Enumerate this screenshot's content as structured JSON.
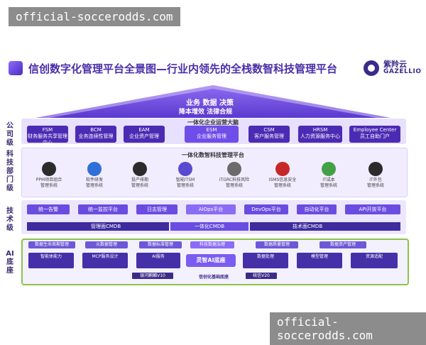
{
  "watermark": "official-soccerodds.com",
  "title": "信创数字化管理平台全景图—行业内领先的全栈数智科技管理平台",
  "brand": {
    "cn": "紫羚云",
    "en": "GAZELLIO"
  },
  "roof": {
    "line1": "业务 数据 决策",
    "line2": "降本增效   法律合规"
  },
  "side": {
    "company": "公司级",
    "dept": "科技部门级",
    "tech": "技术级",
    "ai": "AI底座"
  },
  "company": {
    "title": "一体化企业运营大脑",
    "systems": [
      {
        "code": "FSM",
        "name": "财务服务共享管理中心"
      },
      {
        "code": "BCM",
        "name": "业务连续性管理"
      },
      {
        "code": "EAM",
        "name": "企业资产管理"
      },
      {
        "code": "ESM",
        "name": "企业服务管理"
      },
      {
        "code": "CSM",
        "name": "客户服务管理"
      },
      {
        "code": "HRSM",
        "name": "人力资源服务中心"
      },
      {
        "code": "Employee Center",
        "name": "员工自助门户"
      }
    ]
  },
  "dept": {
    "title": "一体化数智科技管理平台",
    "modules": [
      {
        "name": "PPM项目组合",
        "sub": "管理系统",
        "color": "#2b2b2b"
      },
      {
        "name": "软件研发",
        "sub": "管理系统",
        "color": "#2e6fd8"
      },
      {
        "name": "投产排期",
        "sub": "管理系统",
        "color": "#2b2b2b"
      },
      {
        "name": "智能ITSM",
        "sub": "管理系统",
        "color": "#5a4ad0"
      },
      {
        "name": "ITGRC科技风险",
        "sub": "管理系统",
        "color": "#6b6b6b"
      },
      {
        "name": "ISMS信息安全",
        "sub": "管理系统",
        "color": "#c62828"
      },
      {
        "name": "IT成本",
        "sub": "管理系统",
        "color": "#43a047"
      },
      {
        "name": "IT外包",
        "sub": "管理系统",
        "color": "#2b2b2b"
      }
    ]
  },
  "tech": {
    "items": [
      "统一告警",
      "统一监控平台",
      "日志管理",
      "AIOps平台",
      "DevOps平台",
      "自动化平台",
      "API开放平台"
    ],
    "cmdb_left": "管理面CMDB",
    "cmdb_mid": "一体化CMDB",
    "cmdb_right": "技术面CMDB"
  },
  "ai": {
    "header": "科技数据治理",
    "chips": [
      "数据生命周期管理",
      "元数据管理",
      "数据标准管理",
      "数据质量管理",
      "数据资产管理"
    ],
    "cards": [
      "智能体能力",
      "MCP服务设计",
      "AI服务",
      "数据处理",
      "模型管理",
      "资源适配"
    ],
    "center": "灵智AI底座",
    "tags_left": "银河麒麟V10",
    "base": "信创化基础底座",
    "tags_right": "统信V20"
  }
}
